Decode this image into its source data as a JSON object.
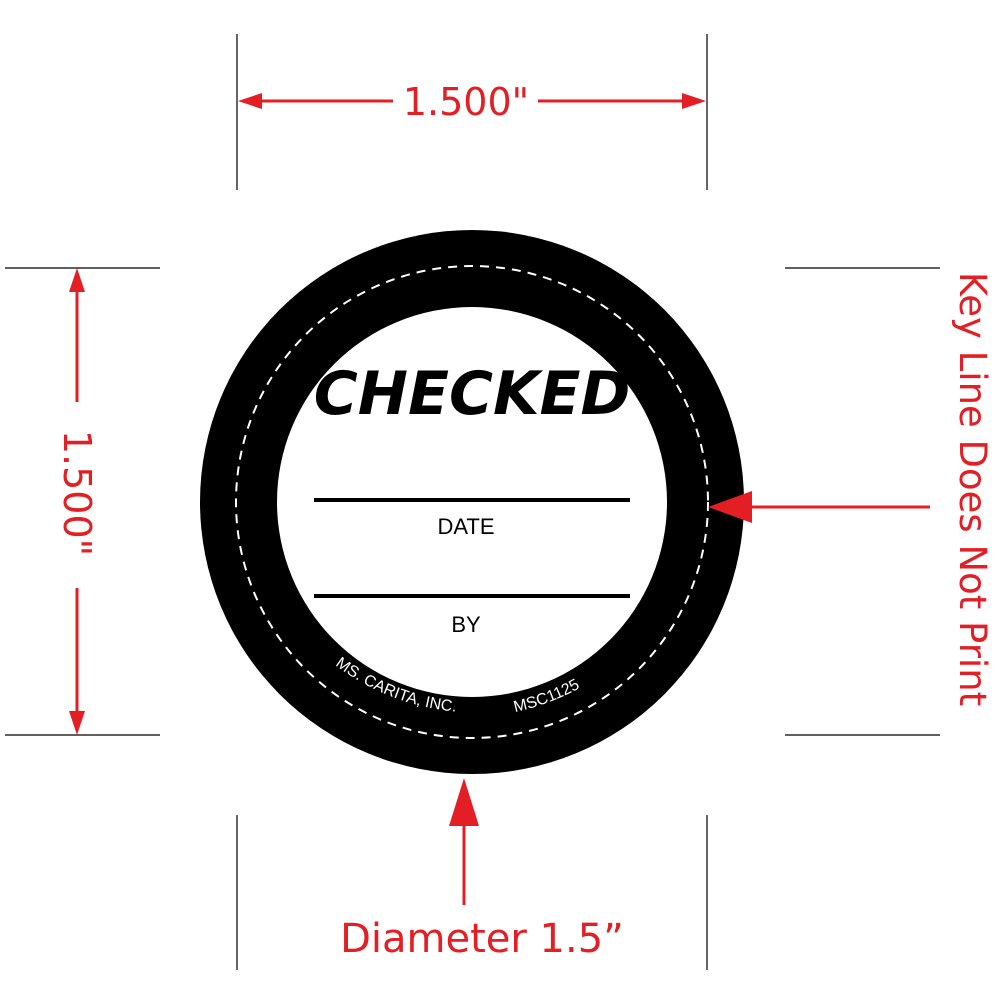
{
  "dimensions": {
    "width_label": "1.500\"",
    "height_label": "1.500\"",
    "diameter_label": "Diameter 1.5”",
    "keyline_note": "Key Line Does Not Print"
  },
  "label": {
    "title": "CHECKED",
    "field_1": "DATE",
    "field_2": "BY",
    "manufacturer": "MS. CARITA, INC.",
    "part_number": "MSC1125"
  },
  "colors": {
    "dimension": "#e31e24",
    "label_ring": "#000000",
    "label_face": "#ffffff",
    "keyline": "#ffffff"
  }
}
